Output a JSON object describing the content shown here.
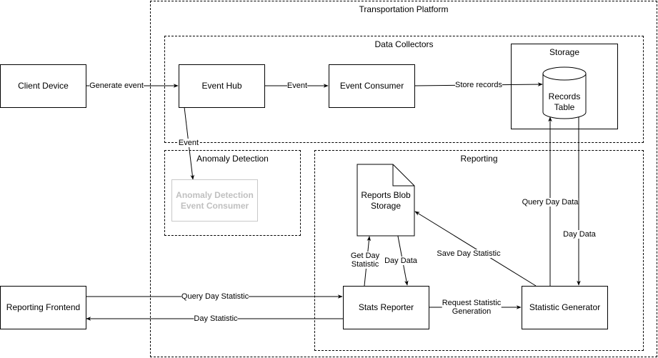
{
  "groups": {
    "transportation": "Transportation Platform",
    "collectors": "Data Collectors",
    "storage": "Storage",
    "anomaly": "Anomaly Detection",
    "reporting": "Reporting"
  },
  "nodes": {
    "client_device": "Client Device",
    "event_hub": "Event Hub",
    "event_consumer": "Event Consumer",
    "records_table": "Records\nTable",
    "anomaly_consumer": "Anomaly Detection\nEvent Consumer",
    "reports_blob": "Reports Blob\nStorage",
    "reporting_frontend": "Reporting Frontend",
    "stats_reporter": "Stats Reporter",
    "statistic_generator": "Statistic Generator"
  },
  "edges": {
    "generate_event": "Generate event",
    "event": "Event",
    "store_records": "Store records",
    "event_anomaly": "Event",
    "query_day_data": "Query Day Data",
    "day_data_right": "Day Data",
    "save_day_statistic": "Save Day Statistic",
    "get_day_statistic": "Get Day\nStatistic",
    "day_data_blob": "Day Data",
    "query_day_statistic": "Query Day Statistic",
    "day_statistic": "Day Statistic",
    "request_statistic": "Request Statistic\nGeneration"
  },
  "colors": {
    "line": "#000000",
    "faded_border": "#c8c8c8",
    "faded_text": "#c0c0c0"
  }
}
